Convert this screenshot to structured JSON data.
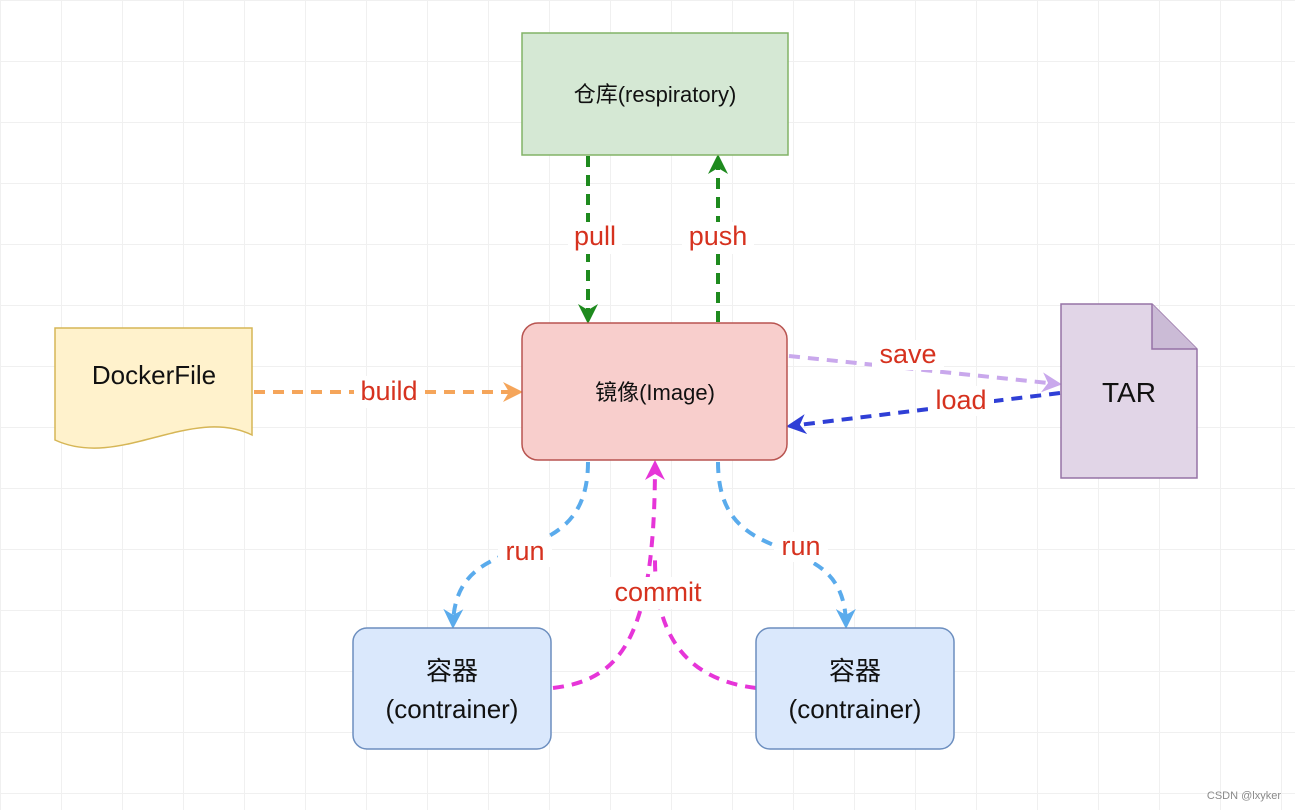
{
  "nodes": {
    "repository": {
      "label": "仓库(respiratory)",
      "fill": "#d5e8d4",
      "stroke": "#82b366"
    },
    "image": {
      "label": "镜像(Image)",
      "fill": "#f8cecc",
      "stroke": "#b85450"
    },
    "dockerfile": {
      "label": "DockerFile",
      "fill": "#fff2cc",
      "stroke": "#d6b656"
    },
    "tar": {
      "label": "TAR",
      "fill": "#e1d5e7",
      "stroke": "#9673a6"
    },
    "container_left": {
      "line1": "容器",
      "line2": "(contrainer)",
      "fill": "#dae8fc",
      "stroke": "#6c8ebf"
    },
    "container_right": {
      "line1": "容器",
      "line2": "(contrainer)",
      "fill": "#dae8fc",
      "stroke": "#6c8ebf"
    }
  },
  "edges": {
    "pull": {
      "label": "pull",
      "color": "#1e8a1e"
    },
    "push": {
      "label": "push",
      "color": "#1e8a1e"
    },
    "build": {
      "label": "build",
      "color": "#f5a55a"
    },
    "save": {
      "label": "save",
      "color": "#c9a8ec"
    },
    "load": {
      "label": "load",
      "color": "#2f3fd6"
    },
    "run_left": {
      "label": "run",
      "color": "#5aabec"
    },
    "run_right": {
      "label": "run",
      "color": "#5aabec"
    },
    "commit": {
      "label": "commit",
      "color": "#e635d8"
    }
  },
  "label_color": "#d6321f",
  "watermark": "CSDN @lxyker"
}
